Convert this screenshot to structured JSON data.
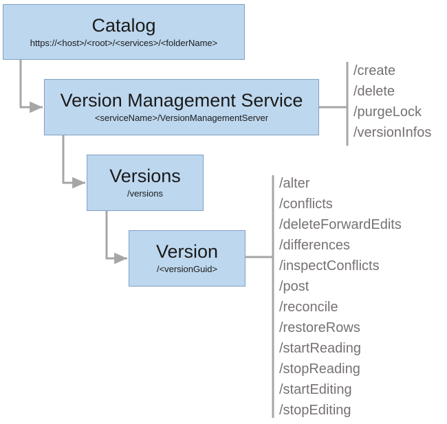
{
  "catalog": {
    "title": "Catalog",
    "subtitle": "https://<host>/<root>/<services>/<folderName>"
  },
  "version_management_service": {
    "title": "Version Management Service",
    "subtitle": "<serviceName>/VersionManagementServer",
    "operations": [
      "/create",
      "/delete",
      "/purgeLock",
      "/versionInfos"
    ]
  },
  "versions": {
    "title": "Versions",
    "subtitle": "/versions"
  },
  "version": {
    "title": "Version",
    "subtitle": "/<versionGuid>",
    "operations": [
      "/alter",
      "/conflicts",
      "/deleteForwardEdits",
      "/differences",
      "/inspectConflicts",
      "/post",
      "/reconcile",
      "/restoreRows",
      "/startReading",
      "/stopReading",
      "/startEditing",
      "/stopEditing"
    ]
  },
  "colors": {
    "box_fill": "#bdd7ee",
    "box_border": "#7f9fc4",
    "connector": "#a6a6a6",
    "operation_text": "#767171"
  }
}
